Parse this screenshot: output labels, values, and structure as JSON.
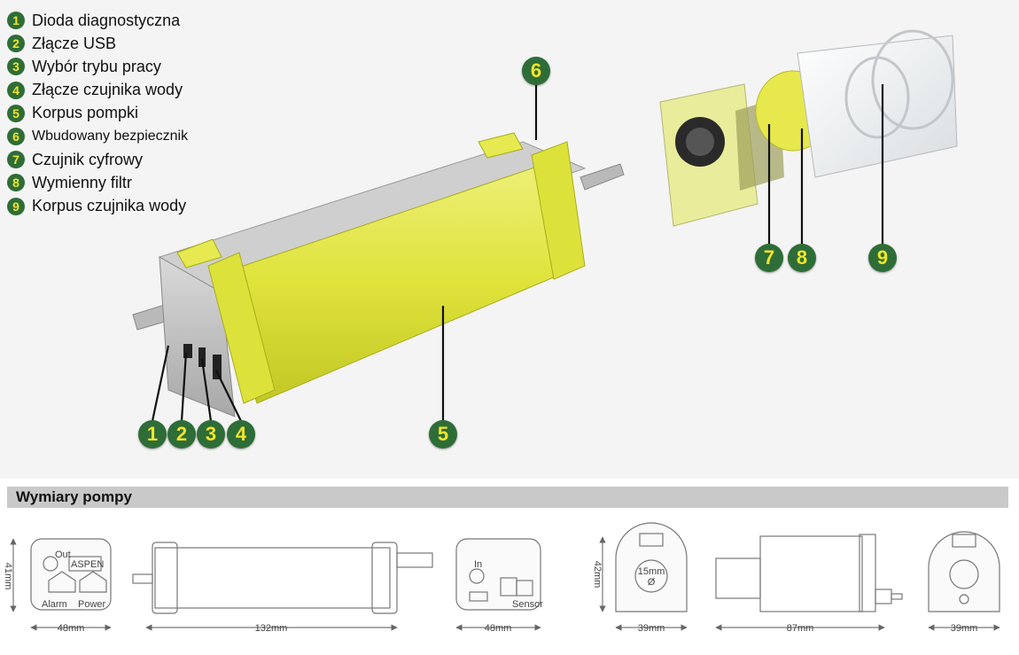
{
  "legend": {
    "items": [
      {
        "num": "1",
        "label": "Dioda diagnostyczna"
      },
      {
        "num": "2",
        "label": "Złącze USB"
      },
      {
        "num": "3",
        "label": "Wybór trybu pracy"
      },
      {
        "num": "4",
        "label": "Złącze czujnika wody"
      },
      {
        "num": "5",
        "label": "Korpus pompki"
      },
      {
        "num": "6",
        "label": "Wbudowany bezpiecznik"
      },
      {
        "num": "7",
        "label": "Czujnik cyfrowy"
      },
      {
        "num": "8",
        "label": "Wymienny filtr"
      },
      {
        "num": "9",
        "label": "Korpus czujnika wody"
      }
    ]
  },
  "callouts": [
    "1",
    "2",
    "3",
    "4",
    "5",
    "6",
    "7",
    "8",
    "9"
  ],
  "colors": {
    "badge": "#2e6d37",
    "badge_text": "#f2e52a",
    "pump_body": "#dfe33a",
    "section_bar": "#c9c9c9"
  },
  "section": {
    "title": "Wymiary pompy"
  },
  "drawings": {
    "front": {
      "height": "41mm",
      "width": "48mm",
      "out_label": "Out",
      "brand": "ASPEN",
      "alarm_label": "Alarm",
      "power_label": "Power"
    },
    "side": {
      "width": "132mm"
    },
    "back": {
      "width": "48mm",
      "in_label": "In",
      "sensor_label": "Sensor"
    },
    "sensor_front": {
      "height": "42mm",
      "width": "39mm",
      "diameter": "15mm",
      "diameter_symbol": "Ø"
    },
    "sensor_side": {
      "width": "87mm"
    },
    "sensor_back": {
      "width": "39mm"
    }
  }
}
